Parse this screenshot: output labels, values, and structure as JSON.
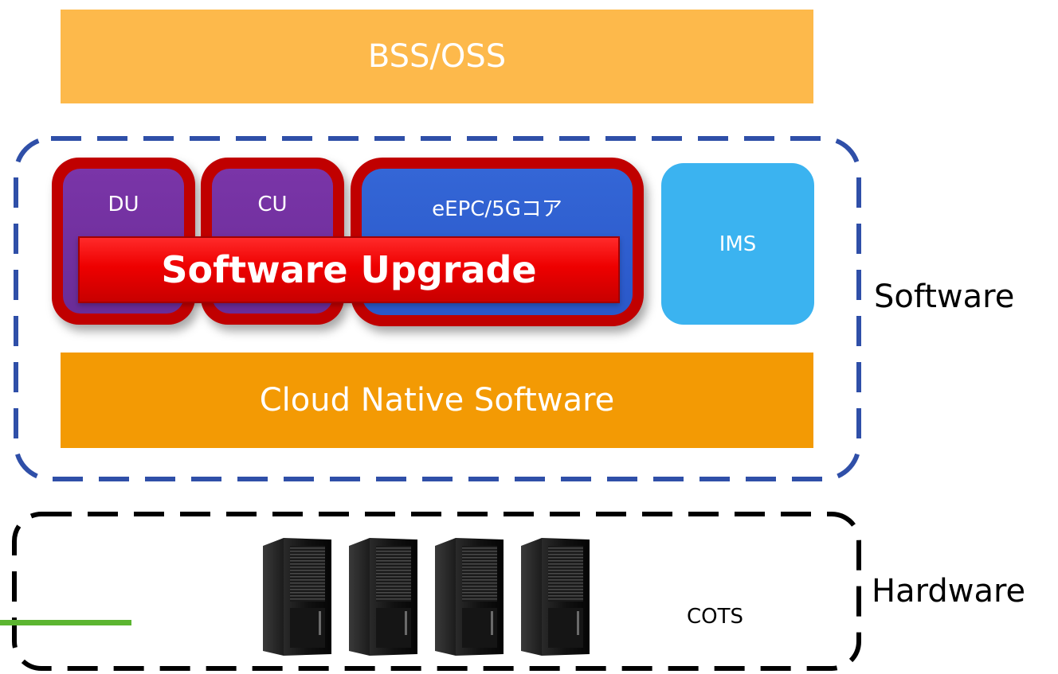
{
  "diagram": {
    "bss_oss_label": "BSS/OSS",
    "cloud_native_label": "Cloud Native Software",
    "network_functions": {
      "du": "DU",
      "cu": "CU",
      "epc": "eEPC/5Gコア",
      "ims": "IMS"
    },
    "upgrade_banner": "Software Upgrade",
    "software_layer_label": "Software",
    "hardware_layer_label": "Hardware",
    "cots_label": "COTS",
    "colors": {
      "bss_oss": "#FDB94B",
      "cloud_native": "#F39A04",
      "du_cu": "#7030A0",
      "epc": "#2F5FD0",
      "ims": "#3BB3F0",
      "highlight_ring": "#C00000",
      "software_border": "#2F4FA8",
      "hardware_border": "#000000",
      "accent_line": "#5CB531"
    }
  }
}
